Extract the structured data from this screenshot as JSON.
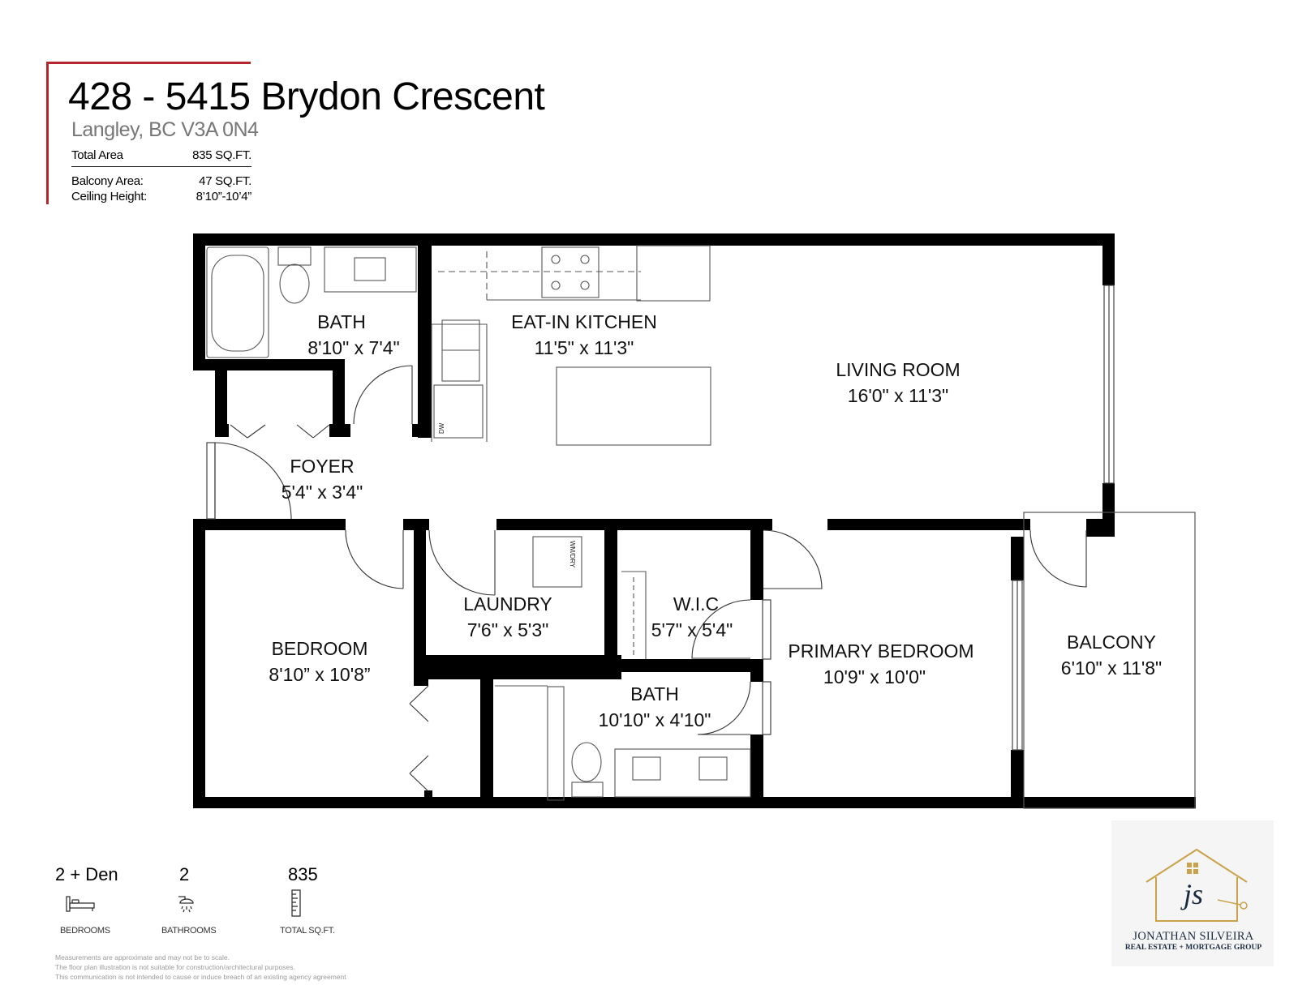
{
  "header": {
    "title": "428 - 5415 Brydon Crescent",
    "city": "Langley, BC V3A 0N4",
    "total_area_label": "Total Area",
    "total_area_value": "835 SQ.FT.",
    "balcony_area_label": "Balcony Area:",
    "balcony_area_value": "47 SQ.FT.",
    "ceiling_height_label": "Ceiling Height:",
    "ceiling_height_value": "8’10”-10’4”",
    "accent_color": "#b3262b"
  },
  "rooms": {
    "bath1": {
      "name": "BATH",
      "size": "8'10\" x 7'4\""
    },
    "kitchen": {
      "name": "EAT-IN KITCHEN",
      "size": "11'5\" x 11'3\""
    },
    "living": {
      "name": "LIVING ROOM",
      "size": "16'0\" x 11'3\""
    },
    "foyer": {
      "name": "FOYER",
      "size": "5'4\" x 3'4\""
    },
    "bedroom": {
      "name": "BEDROOM",
      "size": "8'10” x 10'8”"
    },
    "laundry": {
      "name": "LAUNDRY",
      "size": "7'6\" x 5'3\""
    },
    "wic": {
      "name": "W.I.C",
      "size": "5'7\" x 5'4\""
    },
    "bath2": {
      "name": "BATH",
      "size": "10'10\" x 4'10\""
    },
    "primary": {
      "name": "PRIMARY BEDROOM",
      "size": "10'9\" x 10'0\""
    },
    "balcony": {
      "name": "BALCONY",
      "size": "6'10\" x 11'8\""
    }
  },
  "fixtures": {
    "dishwasher": "DW",
    "washer_dryer": "WM/DRY"
  },
  "stats": [
    {
      "value": "2 + Den",
      "caption": "BEDROOMS",
      "icon": "bed-icon"
    },
    {
      "value": "2",
      "caption": "BATHROOMS",
      "icon": "shower-icon"
    },
    {
      "value": "835",
      "caption": "TOTAL SQ.FT.",
      "icon": "ruler-icon"
    }
  ],
  "disclaimer": [
    "Measurements are approximate and may not be to scale.",
    "The floor plan illustration is not suitable for construction/architectural purposes.",
    "This communication is not intended to cause or induce breach of an existing agency agreement"
  ],
  "logo": {
    "name": "JONATHAN SILVEIRA",
    "subtitle": "REAL ESTATE + MORTGAGE GROUP",
    "monogram": "js",
    "gold": "#c9a24a",
    "navy": "#1a2a40"
  }
}
